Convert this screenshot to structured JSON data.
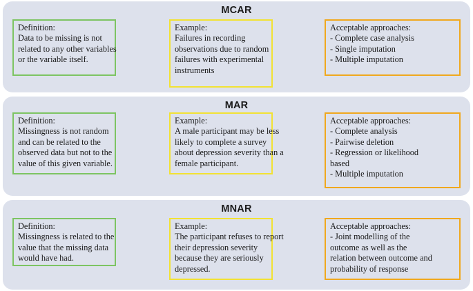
{
  "colors": {
    "panel_background": "#dde1ec",
    "page_background": "#ffffff",
    "definition_border": "#7dc462",
    "example_border": "#f2e233",
    "approaches_border": "#f0a81d",
    "text": "#1a1a1a"
  },
  "panels": [
    {
      "title": "MCAR",
      "definition": {
        "heading": "Definition:",
        "lines": [
          "Data to be missing is not",
          "related to any other variables",
          "or the variable itself."
        ]
      },
      "example": {
        "heading": "Example:",
        "lines": [
          "Failures in recording",
          "observations due to random",
          "failures with experimental",
          "instruments"
        ]
      },
      "approaches": {
        "heading": "Acceptable approaches:",
        "lines": [
          "- Complete case analysis",
          "- Single imputation",
          "- Multiple imputation"
        ]
      }
    },
    {
      "title": "MAR",
      "definition": {
        "heading": "Definition:",
        "lines": [
          "Missingness is not random",
          "and can be related to the",
          "observed data but not to the",
          "value of this given variable."
        ]
      },
      "example": {
        "heading": "Example:",
        "lines": [
          "A male participant may be less",
          "likely to complete a survey",
          "about depression severity than a",
          "female participant."
        ]
      },
      "approaches": {
        "heading": "Acceptable approaches:",
        "lines": [
          "- Complete analysis",
          "- Pairwise deletion",
          "- Regression or likelihood",
          "based",
          "- Multiple imputation"
        ]
      }
    },
    {
      "title": "MNAR",
      "definition": {
        "heading": "Definition:",
        "lines": [
          "Missingness is related to the",
          "value that the missing data",
          "would have had."
        ]
      },
      "example": {
        "heading": "Example:",
        "lines": [
          "The participant refuses to report",
          "their depression severity",
          "because they are seriously",
          "depressed."
        ]
      },
      "approaches": {
        "heading": "Acceptable approaches:",
        "lines": [
          "- Joint modelling of the",
          "outcome as well as the",
          "relation between outcome and",
          "probability of response"
        ]
      }
    }
  ]
}
